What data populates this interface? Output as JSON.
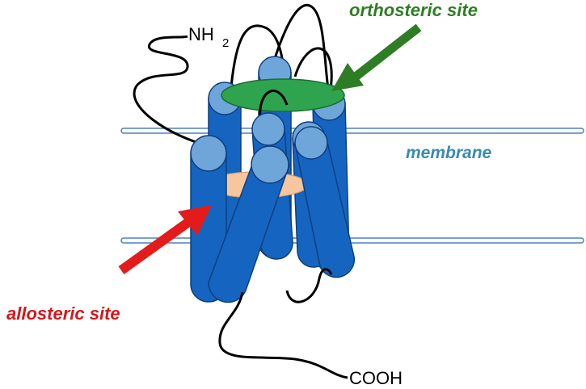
{
  "labels": {
    "n_terminus": "NH",
    "n_terminus_subscript": "2",
    "c_terminus": "COOH",
    "orthosteric": "orthosteric site",
    "allosteric": "allosteric site",
    "membrane": "membrane"
  },
  "colors": {
    "helix_body": "#1565c0",
    "helix_top": "#6fa6da",
    "helix_outline": "#0d3f80",
    "orthosteric_site": "#2ea44f",
    "orthosteric_text": "#2e7d24",
    "allosteric_site": "#f7c69e",
    "allosteric_text": "#d6171b",
    "allosteric_arrow": "#e41b1b",
    "membrane_line": "#4f81bd",
    "membrane_text": "#3a8bb0",
    "chain": "#000000"
  },
  "elements": {
    "helix_count": 7,
    "arrows": [
      "orthosteric-arrow",
      "allosteric-arrow"
    ],
    "membrane_lines": 2
  }
}
